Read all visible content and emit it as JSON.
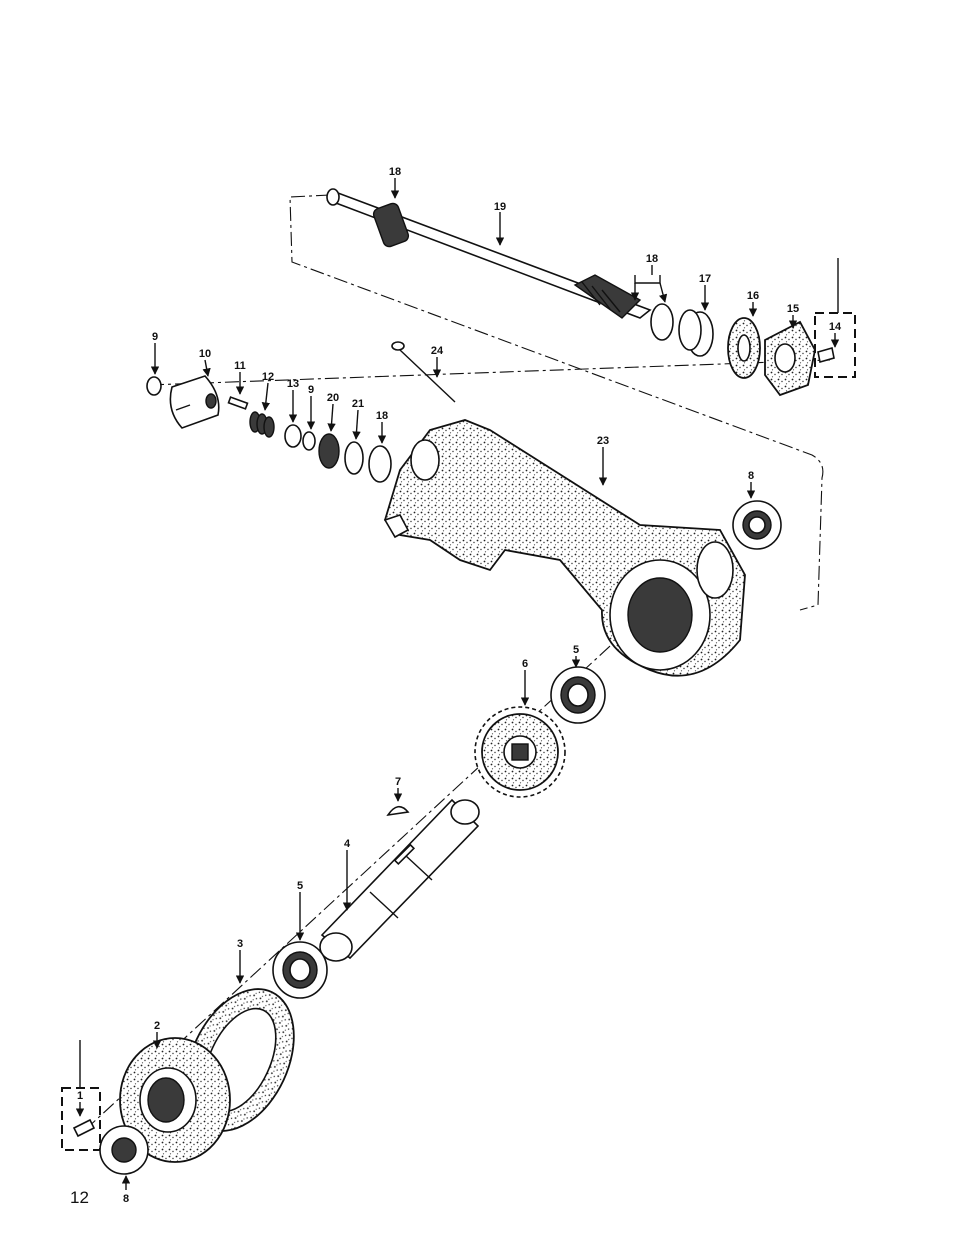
{
  "page_number": "12",
  "callouts": {
    "c1": "1",
    "c2": "2",
    "c3": "3",
    "c4": "4",
    "c5a": "5",
    "c5b": "5",
    "c6": "6",
    "c7": "7",
    "c8a": "8",
    "c8b": "8",
    "c9a": "9",
    "c9b": "9",
    "c10": "10",
    "c11": "11",
    "c12": "12",
    "c13": "13",
    "c14": "14",
    "c15": "15",
    "c16": "16",
    "c17": "17",
    "c18a": "18",
    "c18b": "18",
    "c18c": "18",
    "c19": "19",
    "c20": "20",
    "c21": "21",
    "c23": "23",
    "c24": "24"
  }
}
